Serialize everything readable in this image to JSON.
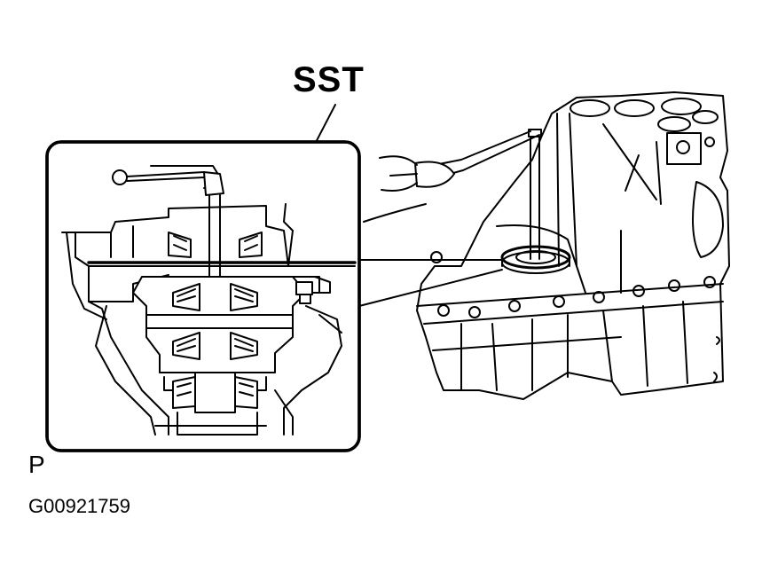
{
  "callouts": {
    "tool_label": "SST"
  },
  "footer": {
    "view_code": "P",
    "figure_id": "G00921759"
  },
  "colors": {
    "line": "#000000",
    "background": "#ffffff"
  }
}
